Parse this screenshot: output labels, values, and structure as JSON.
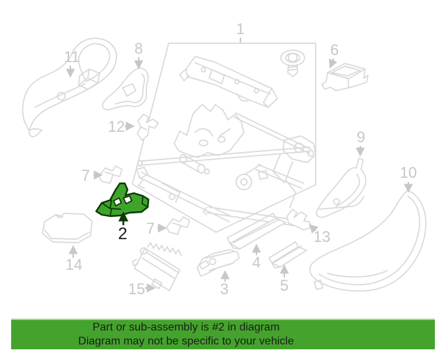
{
  "diagram": {
    "highlighted_part_id": "2",
    "callouts": [
      {
        "id": "1",
        "label": "1"
      },
      {
        "id": "2",
        "label": "2",
        "highlighted": true
      },
      {
        "id": "3",
        "label": "3"
      },
      {
        "id": "4",
        "label": "4"
      },
      {
        "id": "5",
        "label": "5"
      },
      {
        "id": "6",
        "label": "6"
      },
      {
        "id": "7a",
        "label": "7"
      },
      {
        "id": "7b",
        "label": "7"
      },
      {
        "id": "8",
        "label": "8"
      },
      {
        "id": "9",
        "label": "9"
      },
      {
        "id": "10",
        "label": "10"
      },
      {
        "id": "11",
        "label": "11"
      },
      {
        "id": "12",
        "label": "12"
      },
      {
        "id": "13",
        "label": "13"
      },
      {
        "id": "14",
        "label": "14"
      },
      {
        "id": "15",
        "label": "15"
      }
    ]
  },
  "banner": {
    "line1": "Part or sub-assembly is #2 in diagram",
    "line2": "Diagram may not be specific to your vehicle"
  },
  "colors": {
    "background": "#ffffff",
    "diagram_line": "#d9d9d9",
    "callout_label": "#c7c7c7",
    "highlight_green": "#3fa42c",
    "highlight_outline": "#0c3a04",
    "highlight_label": "#1a1a1a",
    "banner_background": "#44a32c",
    "banner_top_border": "#a9d489",
    "banner_text": "#1c1c1c"
  }
}
